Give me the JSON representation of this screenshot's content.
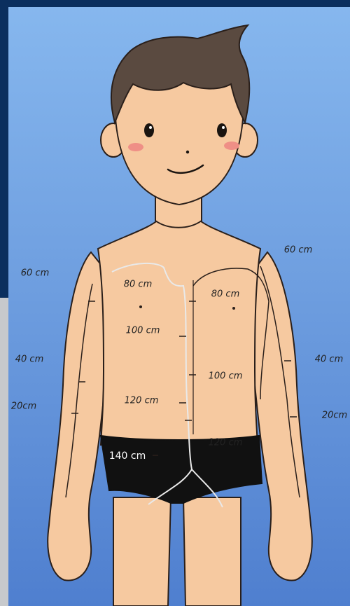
{
  "labels": {
    "left_shoulder": "60 cm",
    "right_shoulder": "60 cm",
    "left_elbow": "40 cm",
    "right_elbow": "40 cm",
    "left_wrist": "20cm",
    "right_wrist": "20cm",
    "chest_left": "80 cm",
    "chest_right": "80 cm",
    "torso_left_100": "100 cm",
    "torso_right_100": "100 cm",
    "torso_left_120": "120 cm",
    "torso_right_120": "120 cm",
    "groin": "140 cm"
  },
  "colors": {
    "skin": "#f6c9a0",
    "hair": "#5a4a40",
    "outline": "#2a1f1a",
    "shorts": "#111111",
    "cheek": "#ef8f86",
    "tube": "#e9e9e9"
  }
}
